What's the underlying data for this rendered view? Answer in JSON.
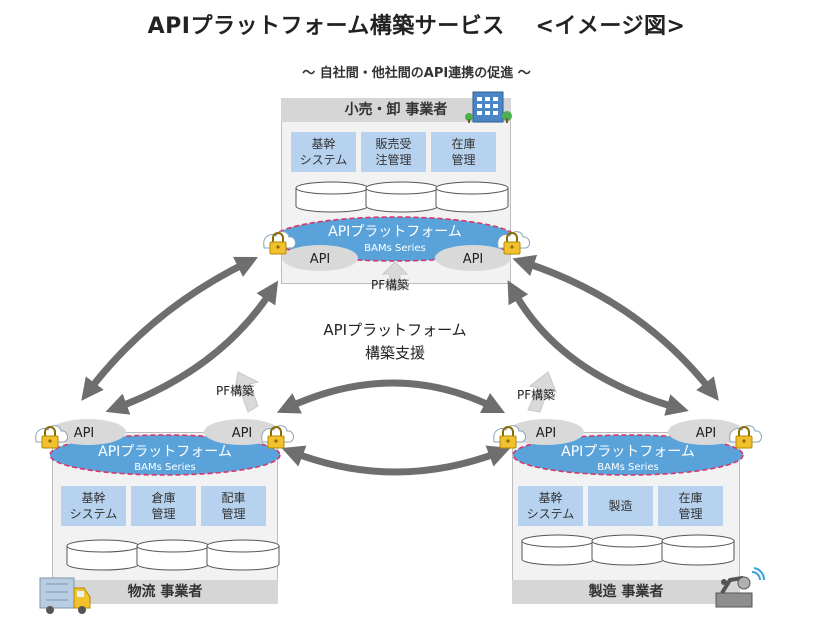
{
  "title": "APIプラットフォーム構築サービス　 <イメージ図>",
  "subtitle": "～ 自社間・他社間のAPI連携の促進 ～",
  "center_label": "APIプラットフォーム\n構築支援",
  "pf_build": "PF構築",
  "platform": {
    "name": "APIプラットフォーム",
    "series": "BAMs Series",
    "api": "API"
  },
  "retail": {
    "label": "小売・卸 事業者",
    "systems": [
      "基幹\nシステム",
      "販売受\n注管理",
      "在庫\n管理"
    ]
  },
  "logistics": {
    "label": "物流 事業者",
    "systems": [
      "基幹\nシステム",
      "倉庫\n管理",
      "配車\n管理"
    ]
  },
  "manufacturing": {
    "label": "製造 事業者",
    "systems": [
      "基幹\nシステム",
      "製造",
      "在庫\n管理"
    ]
  },
  "colors": {
    "platform": "#5aa3da",
    "dash": "#d8356b",
    "system": "#b6d2ee",
    "arrow": "#6e6e6e"
  }
}
